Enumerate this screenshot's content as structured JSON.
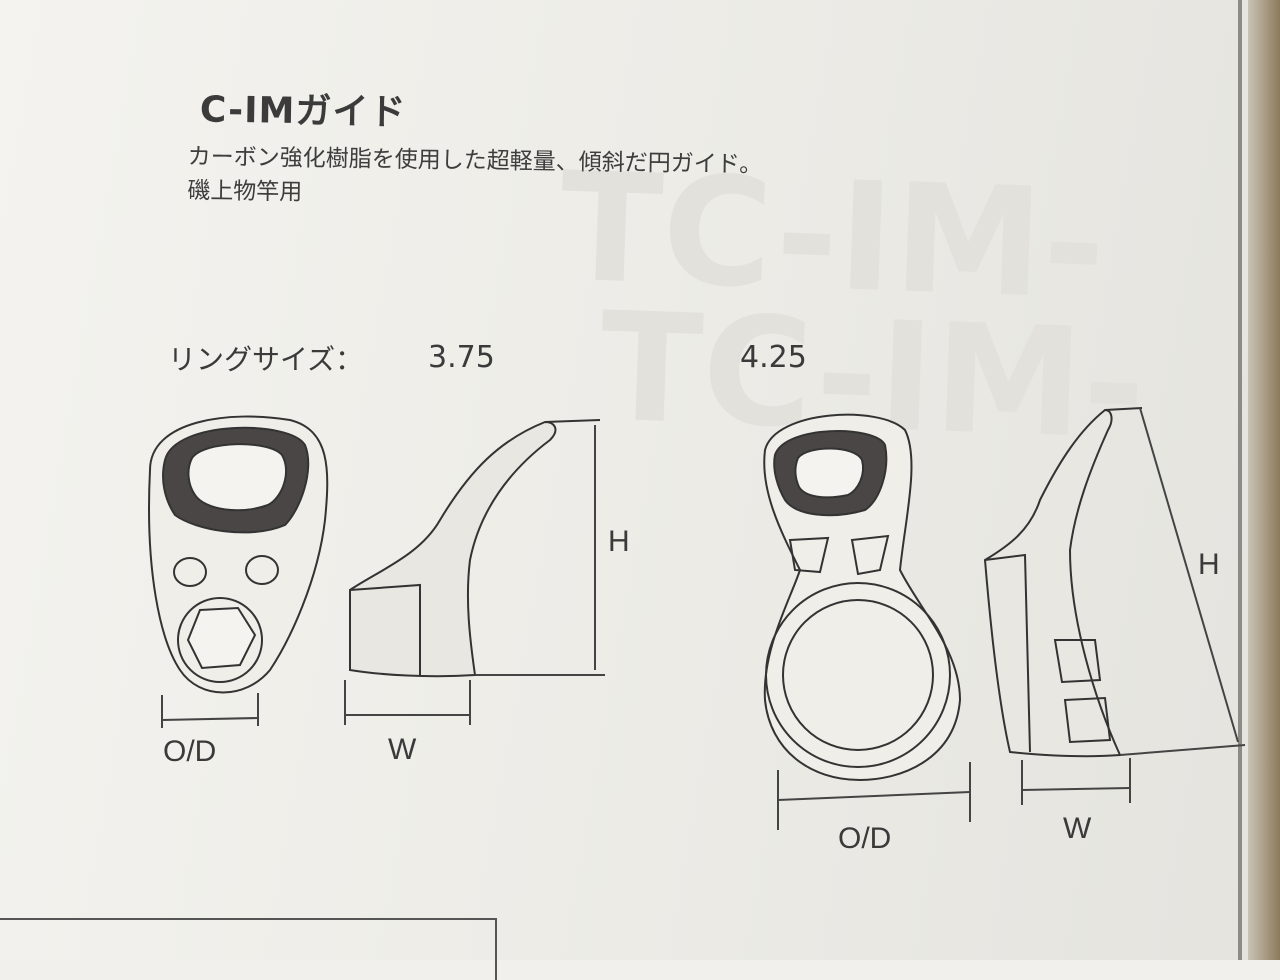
{
  "page": {
    "title": "C-IMガイド",
    "description_line1": "カーボン強化樹脂を使用した超軽量、傾斜だ円ガイド。",
    "description_line2": "磯上物竿用",
    "watermark_top": "TC-IM-",
    "watermark_bottom": "TC-IM-"
  },
  "ring_size": {
    "label": "リングサイズ：",
    "sizes": [
      "3.75",
      "4.25"
    ]
  },
  "guide_small": {
    "od_label": "O/D",
    "w_label": "W",
    "h_label": "H"
  },
  "guide_large": {
    "od_label": "O/D",
    "w_label": "W",
    "h_label": "H"
  },
  "colors": {
    "ink": "#2d2d2d",
    "ring_dark": "#4a4646",
    "paper": "#f1f0ec"
  }
}
